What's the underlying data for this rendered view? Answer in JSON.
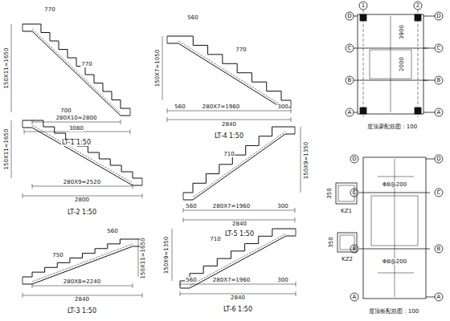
{
  "diagram": {
    "labels": [
      "770",
      "770",
      "150X11=1650",
      "280X10=2800",
      "3080",
      "LT-1 1:50",
      "560",
      "770",
      "150X7=1050",
      "560",
      "280X7=1960",
      "300",
      "2840",
      "LT-4 1:50",
      "700",
      "150X11=1650",
      "280X9=2520",
      "2800",
      "LT-2 1:50",
      "710",
      "150X9=1350",
      "560",
      "280X7=1960",
      "300",
      "2840",
      "LT-5 1:50",
      "560",
      "750",
      "150X11=1650",
      "280X8=2240",
      "2840",
      "LT-3 1:50",
      "710",
      "150X9=1350",
      "560",
      "280X7=1960",
      "300",
      "2840",
      "LT-6 1:50",
      "350",
      "KZ1",
      "350",
      "KZ2",
      "1",
      "2",
      "D",
      "C",
      "B",
      "A",
      "D",
      "C",
      "B",
      "A",
      "屋顶梁配筋图：100",
      "3900",
      "2000",
      "D",
      "C",
      "B",
      "A",
      "D",
      "C",
      "B",
      "A",
      "屋顶板配筋图：100",
      "Φ8@200",
      "Φ8@200"
    ]
  }
}
